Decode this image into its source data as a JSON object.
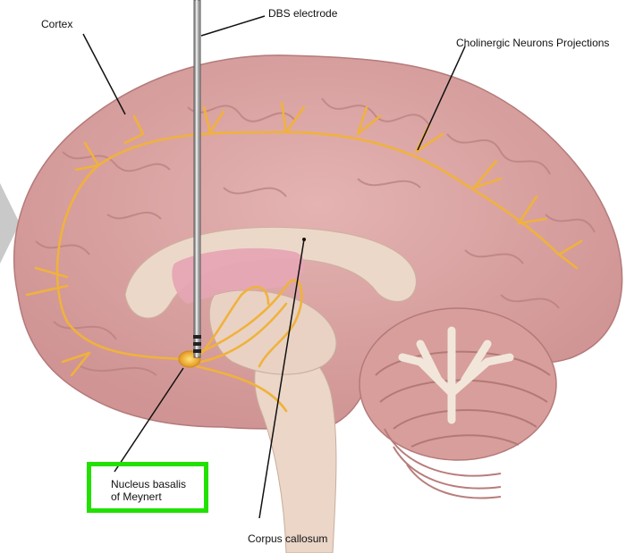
{
  "labels": {
    "cortex": "Cortex",
    "dbs_electrode": "DBS electrode",
    "cholinergic": "Cholinergic Neurons Projections",
    "nucleus_line1": "Nucleus basalis",
    "nucleus_line2": "of Meynert",
    "corpus_callosum": "Corpus callosum"
  },
  "colors": {
    "brain": "#dba6a6",
    "brain_shadow": "#c78d8d",
    "white_matter": "#ecd8c9",
    "pink_region": "#e6a6b4",
    "projections": "#f0b23c",
    "highlight_border": "#22e000",
    "electrode": "#6b6b6b"
  }
}
